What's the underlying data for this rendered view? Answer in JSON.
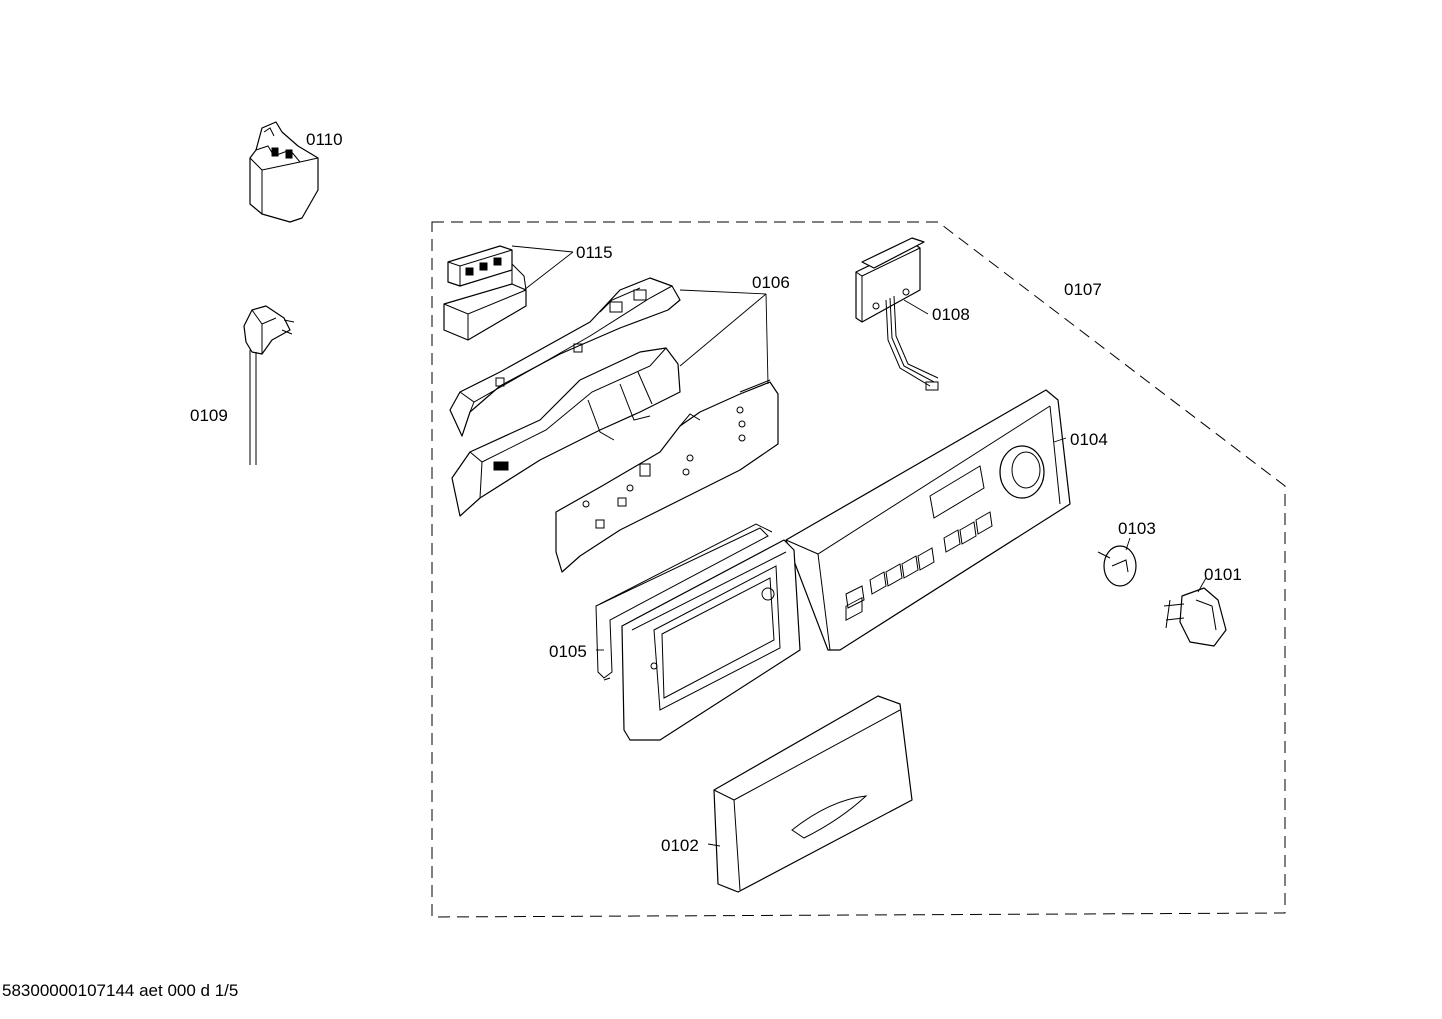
{
  "parts": [
    {
      "id": "0101",
      "label": "0101",
      "icon": "rotary-knob-icon"
    },
    {
      "id": "0102",
      "label": "0102",
      "icon": "detergent-drawer-handle-icon"
    },
    {
      "id": "0103",
      "label": "0103",
      "icon": "knob-shaft-icon"
    },
    {
      "id": "0104",
      "label": "0104",
      "icon": "control-panel-fascia-icon"
    },
    {
      "id": "0105",
      "label": "0105",
      "icon": "seal-gasket-icon"
    },
    {
      "id": "0106",
      "label": "0106",
      "icon": "control-module-icon"
    },
    {
      "id": "0107",
      "label": "0107",
      "icon": "assembly-outline-icon"
    },
    {
      "id": "0108",
      "label": "0108",
      "icon": "display-board-icon"
    },
    {
      "id": "0109",
      "label": "0109",
      "icon": "power-cable-plug-icon"
    },
    {
      "id": "0110",
      "label": "0110",
      "icon": "interference-filter-icon"
    },
    {
      "id": "0115",
      "label": "0115",
      "icon": "relay-module-icon"
    }
  ],
  "footer": "58300000107144 aet 000 d 1/5"
}
